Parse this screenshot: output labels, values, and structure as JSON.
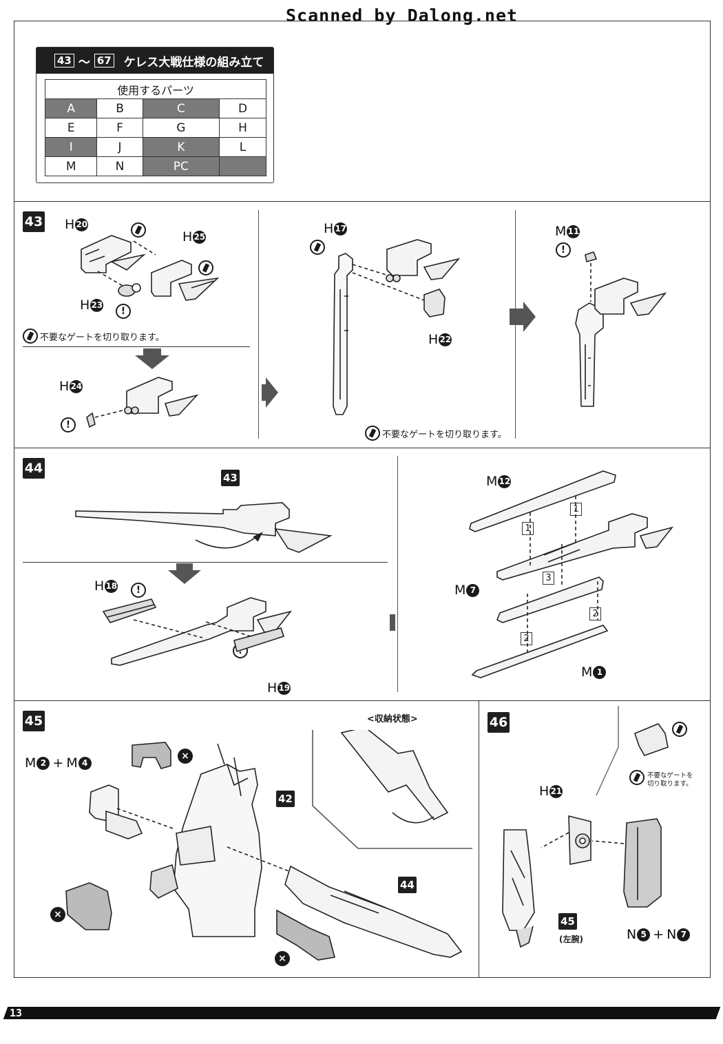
{
  "watermark": "Scanned by Dalong.net",
  "section": {
    "range_start": "43",
    "range_sep": "～",
    "range_end": "67",
    "title": "ケレス大戦仕様の組み立て",
    "parts_header": "使用するパーツ",
    "parts_rows": [
      [
        "A",
        "B",
        "C",
        "D"
      ],
      [
        "E",
        "F",
        "G",
        "H"
      ],
      [
        "I",
        "J",
        "K",
        "L"
      ],
      [
        "M",
        "N",
        "PC",
        ""
      ]
    ]
  },
  "notes": {
    "cut_gate": "不要なゲートを切り取ります。",
    "cut_gate_small_l1": "不要なゲートを",
    "cut_gate_small_l2": "切り取ります。"
  },
  "steps": {
    "s43": {
      "badge": "43",
      "p20": {
        "letter": "H",
        "num": "20"
      },
      "p25": {
        "letter": "H",
        "num": "25"
      },
      "p23": {
        "letter": "H",
        "num": "23"
      },
      "p24": {
        "letter": "H",
        "num": "24"
      },
      "p17": {
        "letter": "H",
        "num": "17"
      },
      "p22": {
        "letter": "H",
        "num": "22"
      },
      "p11": {
        "letter": "M",
        "num": "11"
      }
    },
    "s44": {
      "badge": "44",
      "ref43": "43",
      "p18": {
        "letter": "H",
        "num": "18"
      },
      "p19": {
        "letter": "H",
        "num": "19"
      },
      "p12": {
        "letter": "M",
        "num": "12"
      },
      "p7": {
        "letter": "M",
        "num": "7"
      },
      "p1": {
        "letter": "M",
        "num": "1"
      },
      "seq": [
        "1",
        "1",
        "3",
        "2",
        "2"
      ]
    },
    "s45": {
      "badge": "45",
      "combo": {
        "a_letter": "M",
        "a_num": "2",
        "plus": "+",
        "b_letter": "M",
        "b_num": "4"
      },
      "ref42": "42",
      "ref44": "44",
      "storage": "<収納状態>"
    },
    "s46": {
      "badge": "46",
      "p21": {
        "letter": "H",
        "num": "21"
      },
      "ref45": "45",
      "left_arm": "(左腕)",
      "combo": {
        "a_letter": "N",
        "a_num": "5",
        "plus": "+",
        "b_letter": "N",
        "b_num": "7"
      }
    }
  },
  "icons": {
    "caution": "!",
    "not_used": "×"
  },
  "page_number": "13"
}
